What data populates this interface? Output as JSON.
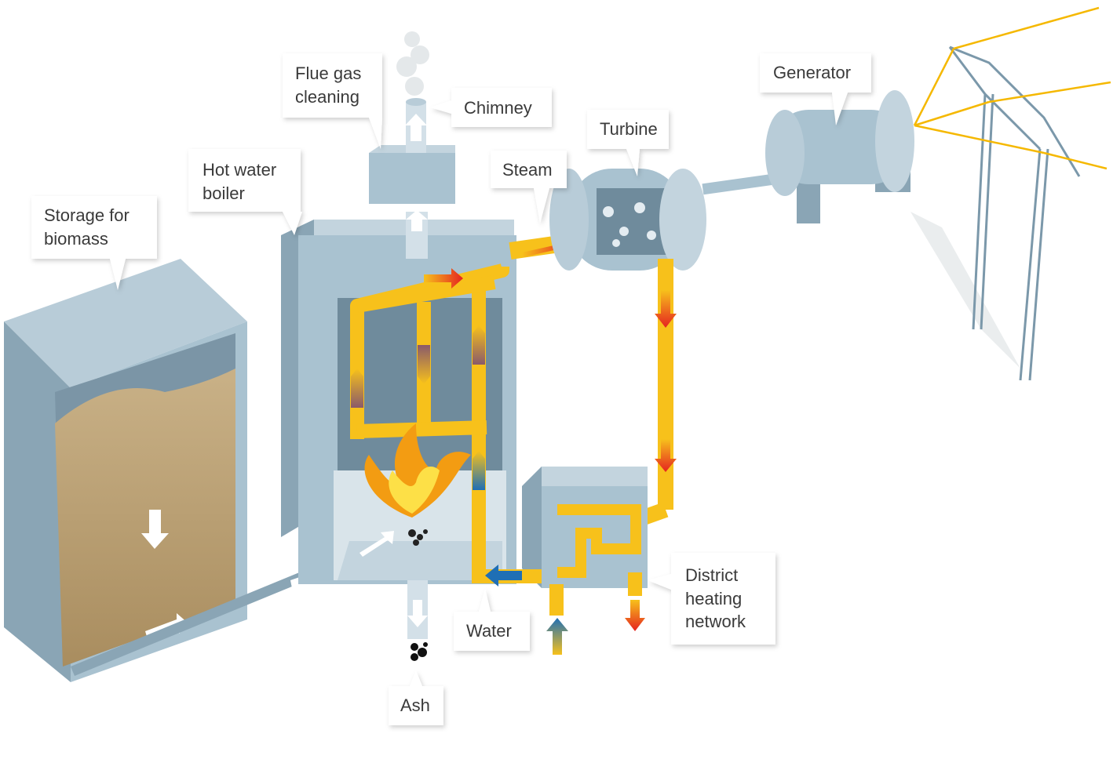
{
  "labels": {
    "storage": [
      "Storage for",
      "biomass"
    ],
    "boiler": [
      "Hot water",
      "boiler"
    ],
    "flue_gas": [
      "Flue gas",
      "cleaning"
    ],
    "chimney": "Chimney",
    "steam": "Steam",
    "turbine": "Turbine",
    "generator": "Generator",
    "water": "Water",
    "ash": "Ash",
    "district": [
      "District",
      "heating",
      "network"
    ]
  },
  "colors": {
    "machine": "#a9c2d0",
    "machine_dark": "#8aa5b5",
    "pipe": "#f7c11b",
    "hot_arrow": "#e52320",
    "cold_arrow": "#1f6fb5",
    "biomass": "#b59a6c",
    "flame": "#f39c12",
    "power_line": "#f5b800"
  },
  "icons": [
    "flame-icon",
    "arrow-icon",
    "pylon-icon",
    "smoke-icon",
    "ash-icon"
  ]
}
